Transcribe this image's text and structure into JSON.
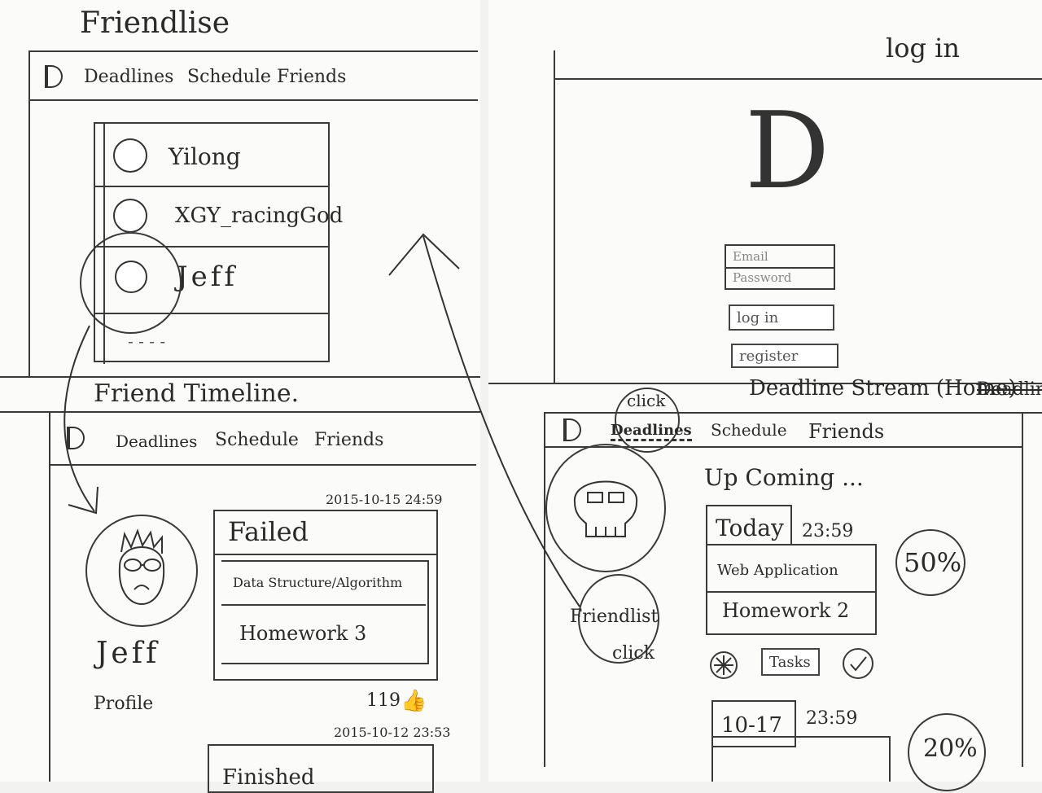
{
  "friendlist": {
    "title": "Friendlise",
    "nav": [
      "Deadlines",
      "Schedule",
      "Friends"
    ],
    "friends": [
      "Yilong",
      "XGY_racingGod",
      "Jeff"
    ],
    "more": "- - - -"
  },
  "friend_timeline": {
    "title": "Friend Timeline.",
    "nav": [
      "Deadlines",
      "Schedule",
      "Friends"
    ],
    "profile_name": "Jeff",
    "profile_label": "Profile",
    "card1": {
      "timestamp": "2015-10-15 24:59",
      "status": "Failed",
      "course": "Data Structure/Algorithm",
      "task": "Homework 3",
      "likes": "119"
    },
    "card2": {
      "timestamp": "2015-10-12 23:53",
      "status": "Finished"
    }
  },
  "login": {
    "title": "log in",
    "logo": "D",
    "email_placeholder": "Email",
    "password_placeholder": "Password",
    "login_button": "log in",
    "register_button": "register"
  },
  "home": {
    "title": "Deadline Stream (Home)",
    "struck": "Deadlin",
    "nav": [
      "Deadlines",
      "Schedule",
      "Friends"
    ],
    "click_note_top": "click",
    "friendlist_note": "Friendlist",
    "click_note_bottom": "click",
    "upcoming": "Up Coming ...",
    "item1": {
      "date": "Today",
      "time": "23:59",
      "course": "Web Application",
      "task": "Homework 2",
      "percent": "50%",
      "tasks_label": "Tasks"
    },
    "item2": {
      "date": "10-17",
      "time": "23:59",
      "percent": "20%"
    }
  }
}
